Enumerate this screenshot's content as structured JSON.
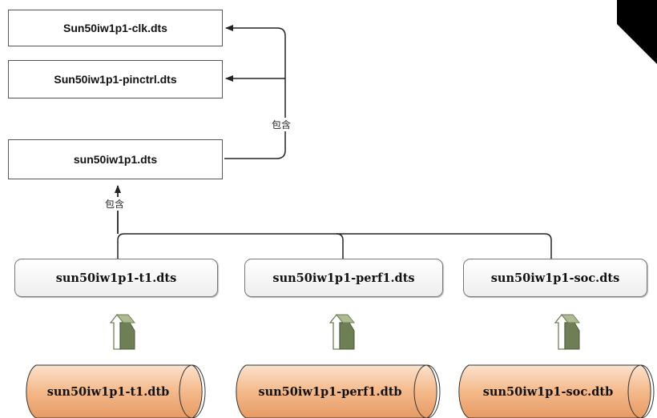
{
  "diagram": {
    "includes": [
      {
        "name": "Sun50iw1p1-clk.dts"
      },
      {
        "name": "Sun50iw1p1-pinctrl.dts"
      }
    ],
    "base": {
      "name": "sun50iw1p1.dts"
    },
    "edge_labels": {
      "top": "包含",
      "middle": "包含"
    },
    "boards": [
      {
        "dts": "sun50iw1p1-t1.dts",
        "dtb": "sun50iw1p1-t1.dtb"
      },
      {
        "dts": "sun50iw1p1-perf1.dts",
        "dtb": "sun50iw1p1-perf1.dtb"
      },
      {
        "dts": "sun50iw1p1-soc.dts",
        "dtb": "sun50iw1p1-soc.dtb"
      }
    ],
    "colors": {
      "cylinder_fill": "#f4b98a",
      "arrow_fill": "#6e7f55",
      "line": "#222222"
    }
  }
}
